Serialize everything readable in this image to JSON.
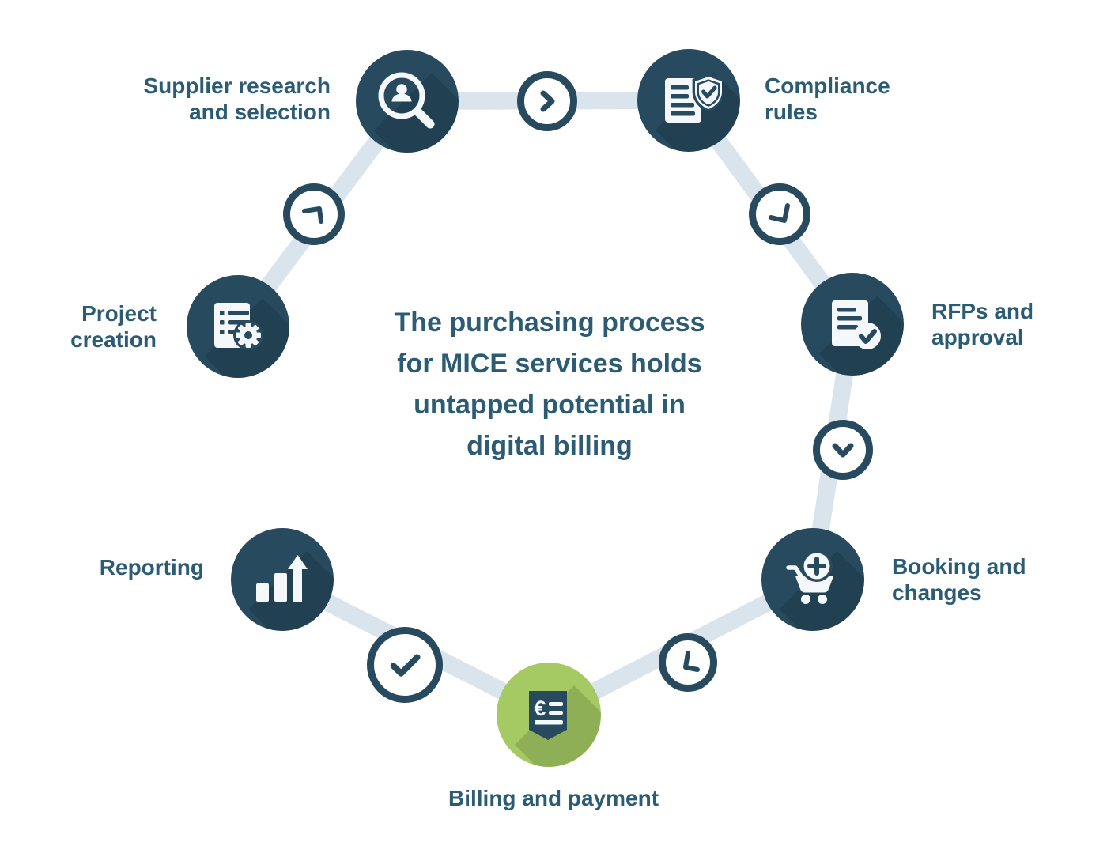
{
  "center_text": {
    "lines": [
      "The purchasing process",
      "for MICE services holds",
      "untapped potential in",
      "digital billing"
    ]
  },
  "nodes": {
    "supplier": {
      "label_lines": [
        "Supplier research",
        "and selection"
      ],
      "icon": "search-person-icon"
    },
    "compliance": {
      "label_lines": [
        "Compliance",
        "rules"
      ],
      "icon": "document-shield-check-icon"
    },
    "rfps": {
      "label_lines": [
        "RFPs and",
        "approval"
      ],
      "icon": "document-check-icon"
    },
    "booking": {
      "label_lines": [
        "Booking and",
        "changes"
      ],
      "icon": "cart-plus-icon"
    },
    "billing": {
      "label_lines": [
        "Billing and payment"
      ],
      "icon": "invoice-euro-icon"
    },
    "reporting": {
      "label_lines": [
        "Reporting"
      ],
      "icon": "bar-chart-arrow-icon"
    },
    "project": {
      "label_lines": [
        "Project",
        "creation"
      ],
      "icon": "document-gear-icon"
    }
  },
  "connectors": [
    {
      "id": "supplier-to-compliance",
      "glyph": "chevron-right-icon"
    },
    {
      "id": "compliance-to-rfps",
      "glyph": "clock-hands-icon"
    },
    {
      "id": "rfps-to-booking",
      "glyph": "chevron-down-icon"
    },
    {
      "id": "booking-to-billing",
      "glyph": "clock-hands-icon"
    },
    {
      "id": "billing-to-reporting",
      "glyph": "checkmark-icon"
    },
    {
      "id": "project-to-supplier",
      "glyph": "clock-hands-icon"
    }
  ],
  "icons": {
    "billing_euro_glyph": "€"
  },
  "colors": {
    "navy": "#274a5e",
    "light_blue": "#d9e4ed",
    "green": "#a5ca64",
    "icon_white": "#f4f8fa",
    "text": "#2b5c74"
  }
}
